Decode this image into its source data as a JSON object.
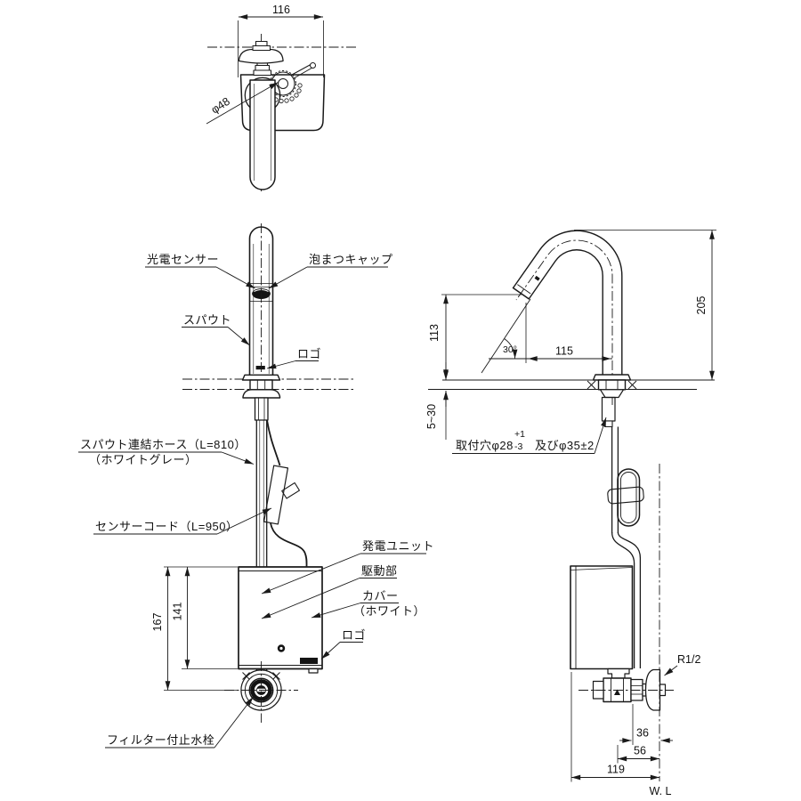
{
  "meta": {
    "background": "#ffffff",
    "line_color": "#1a1a1a",
    "drawing_type": "faucet installation dimension drawing",
    "views": [
      "plan",
      "front",
      "side"
    ]
  },
  "labels": {
    "photoSensor": "光電センサー",
    "bubbleCap": "泡まつキャップ",
    "spout": "スパウト",
    "logoUpper": "ロゴ",
    "hoseLine1": "スパウト連結ホース（L=810）",
    "hoseLine2": "（ホワイトグレー）",
    "sensorCord": "センサーコード（L=950）",
    "genUnit": "発電ユニット",
    "driveUnit": "駆動部",
    "coverLine1": "カバー",
    "coverLine2": "（ホワイト）",
    "logoLower": "ロゴ",
    "filterValve": "フィルター付止水栓"
  },
  "dims": {
    "width116": "116",
    "dia48": "φ48",
    "box167": "167",
    "box141": "141",
    "height205": "205",
    "spout113": "113",
    "angle30": "30°",
    "reach115": "115",
    "deckRange": "5~30",
    "mountHole": "取付穴φ28",
    "holeTolPlus": "+1",
    "holeTolMinus": "-3",
    "mountHole2": "及びφ35±2",
    "thread": "R1/2",
    "wall36": "36",
    "wall56": "56",
    "wall119": "119",
    "waterLine": "W. L"
  }
}
